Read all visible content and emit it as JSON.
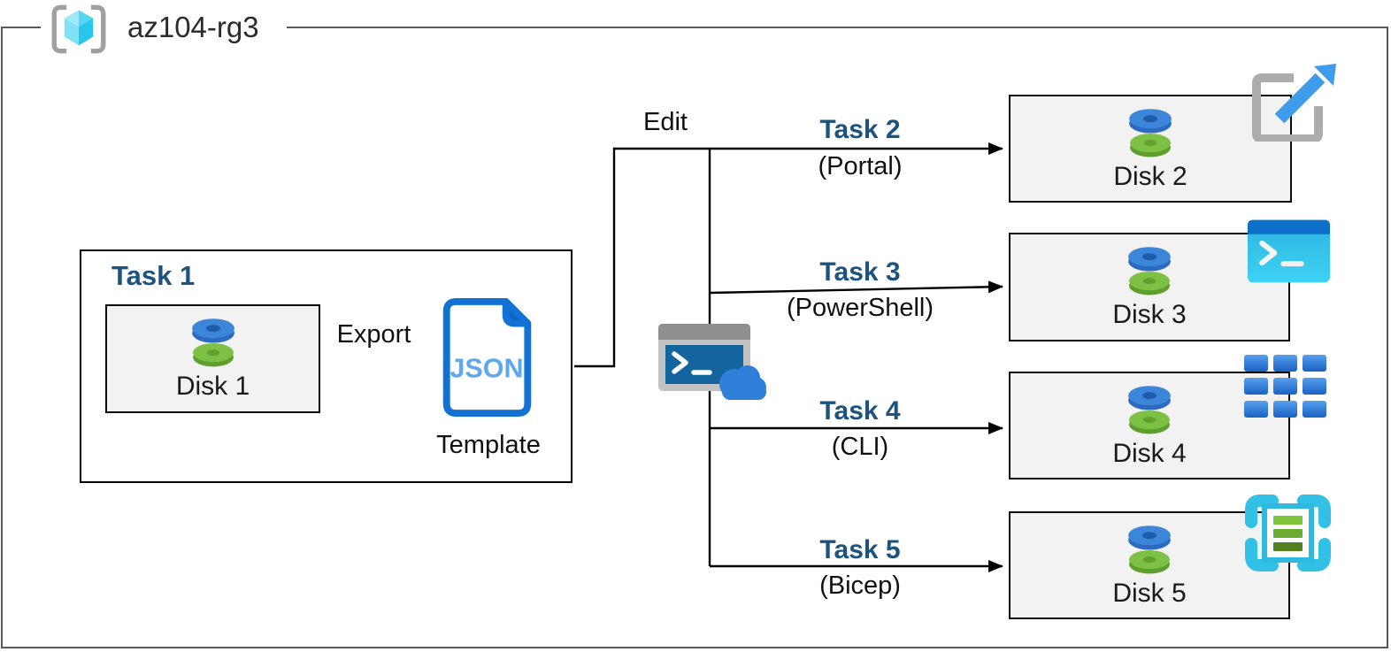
{
  "resource_group": {
    "name": "az104-rg3"
  },
  "source": {
    "task_label": "Task 1",
    "disk_label": "Disk 1"
  },
  "export_label": "Export",
  "template": {
    "badge": "JSON",
    "caption": "Template"
  },
  "edit_label": "Edit",
  "tasks": [
    {
      "label": "Task 2",
      "method": "(Portal)",
      "disk_label": "Disk 2",
      "tool_icon": "azure-portal-launch-icon"
    },
    {
      "label": "Task 3",
      "method": "(PowerShell)",
      "disk_label": "Disk 3",
      "tool_icon": "powershell-icon"
    },
    {
      "label": "Task 4",
      "method": "(CLI)",
      "disk_label": "Disk 4",
      "tool_icon": "azure-cli-grid-icon"
    },
    {
      "label": "Task 5",
      "method": "(Bicep)",
      "disk_label": "Disk 5",
      "tool_icon": "bicep-template-icon"
    }
  ],
  "icons": {
    "resource_group": "resource-group-icon",
    "disk": "managed-disk-icon",
    "template_file": "json-file-icon",
    "cloud_shell": "cloud-shell-icon"
  },
  "colors": {
    "task_label_blue": "#1C547F",
    "box_fill_gray": "#F2F2F2",
    "connector_black": "#000000",
    "outer_border_gray": "#595959",
    "disk_blue": "#3C86DA",
    "disk_green": "#7CC143",
    "json_blue": "#1172D4",
    "cyan_accent": "#35C7EE"
  }
}
